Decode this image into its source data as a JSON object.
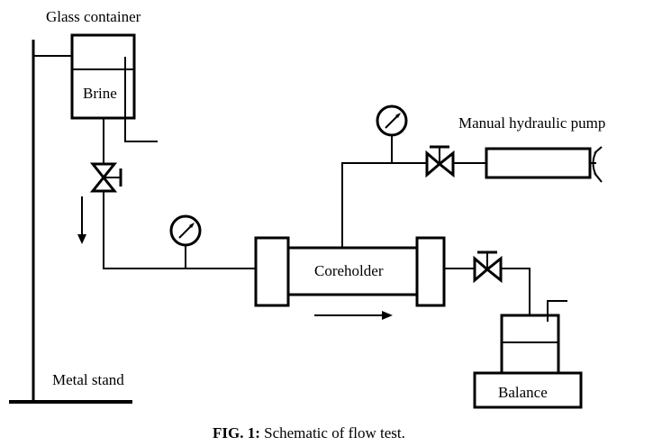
{
  "labels": {
    "glass_container": "Glass container",
    "brine": "Brine",
    "manual_hydraulic_pump": "Manual hydraulic pump",
    "coreholder": "Coreholder",
    "metal_stand": "Metal stand",
    "balance": "Balance"
  },
  "caption": {
    "prefix": "FIG. 1:",
    "text": " Schematic of flow test."
  }
}
